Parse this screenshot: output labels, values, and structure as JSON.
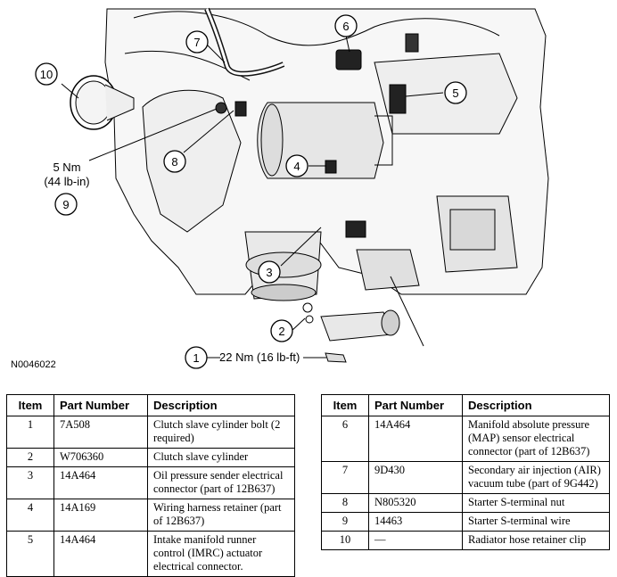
{
  "figure": {
    "id": "N0046022",
    "torque_item9_nm": "5 Nm",
    "torque_item9_lbin": "(44 lb-in)",
    "torque_item1": "22 Nm (16 lb-ft)",
    "callouts": [
      "1",
      "2",
      "3",
      "4",
      "5",
      "6",
      "7",
      "8",
      "9",
      "10"
    ]
  },
  "tables": {
    "headers": {
      "item": "Item",
      "part_number": "Part Number",
      "description": "Description"
    },
    "left": [
      {
        "item": "1",
        "part": "7A508",
        "desc": "Clutch slave cylinder bolt (2 required)"
      },
      {
        "item": "2",
        "part": "W706360",
        "desc": "Clutch slave cylinder"
      },
      {
        "item": "3",
        "part": "14A464",
        "desc": "Oil pressure sender electrical connector (part of 12B637)"
      },
      {
        "item": "4",
        "part": "14A169",
        "desc": "Wiring harness retainer (part of 12B637)"
      },
      {
        "item": "5",
        "part": "14A464",
        "desc": "Intake manifold runner control (IMRC) actuator electrical connector."
      }
    ],
    "right": [
      {
        "item": "6",
        "part": "14A464",
        "desc": "Manifold absolute pressure (MAP) sensor electrical connector (part of 12B637)"
      },
      {
        "item": "7",
        "part": "9D430",
        "desc": "Secondary air injection (AIR) vacuum tube (part of 9G442)"
      },
      {
        "item": "8",
        "part": "N805320",
        "desc": "Starter S-terminal nut"
      },
      {
        "item": "9",
        "part": "14463",
        "desc": "Starter S-terminal wire"
      },
      {
        "item": "10",
        "part": "—",
        "desc": "Radiator hose retainer clip"
      }
    ]
  }
}
